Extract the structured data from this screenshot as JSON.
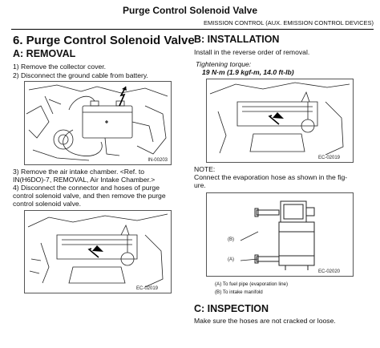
{
  "header": {
    "title": "Purge Control Solenoid Valve",
    "subtitle": "EMISSION CONTROL (AUX. EMISSION CONTROL DEVICES)"
  },
  "section": {
    "title": "6.  Purge Control Solenoid Valve"
  },
  "removal": {
    "heading": "A:  REMOVAL",
    "step1": "1) Remove the collector cover.",
    "step2": "2) Disconnect the ground cable from battery.",
    "fig1_code": "IN-00203",
    "step3_line1": "3) Remove the air intake chamber. <Ref. to",
    "step3_line2": "IN(H6DO)-7, REMOVAL, Air Intake Chamber.>",
    "step4_line1": "4) Disconnect the connector and hoses of purge",
    "step4_line2": "control solenoid valve, and then remove the purge",
    "step4_line3": "control solenoid valve.",
    "fig2_code": "EC-02019"
  },
  "installation": {
    "heading": "B:  INSTALLATION",
    "text": "Install in the reverse order of removal.",
    "torque_label": "Tightening torque:",
    "torque_value": "19 N·m (1.9 kgf-m, 14.0 ft-lb)",
    "fig_code": "EC-02019",
    "note_label": "NOTE:",
    "note_line1": "Connect the evaporation hose as shown in the fig-",
    "note_line2": "ure.",
    "fig2_code": "EC-02020",
    "label_b": "(B)",
    "label_a": "(A)",
    "legend_a": "(A)   To fuel pipe (evaporation line)",
    "legend_b": "(B)   To intake manifold"
  },
  "inspection": {
    "heading": "C:  INSPECTION",
    "text": "Make sure the hoses are not cracked or loose."
  }
}
